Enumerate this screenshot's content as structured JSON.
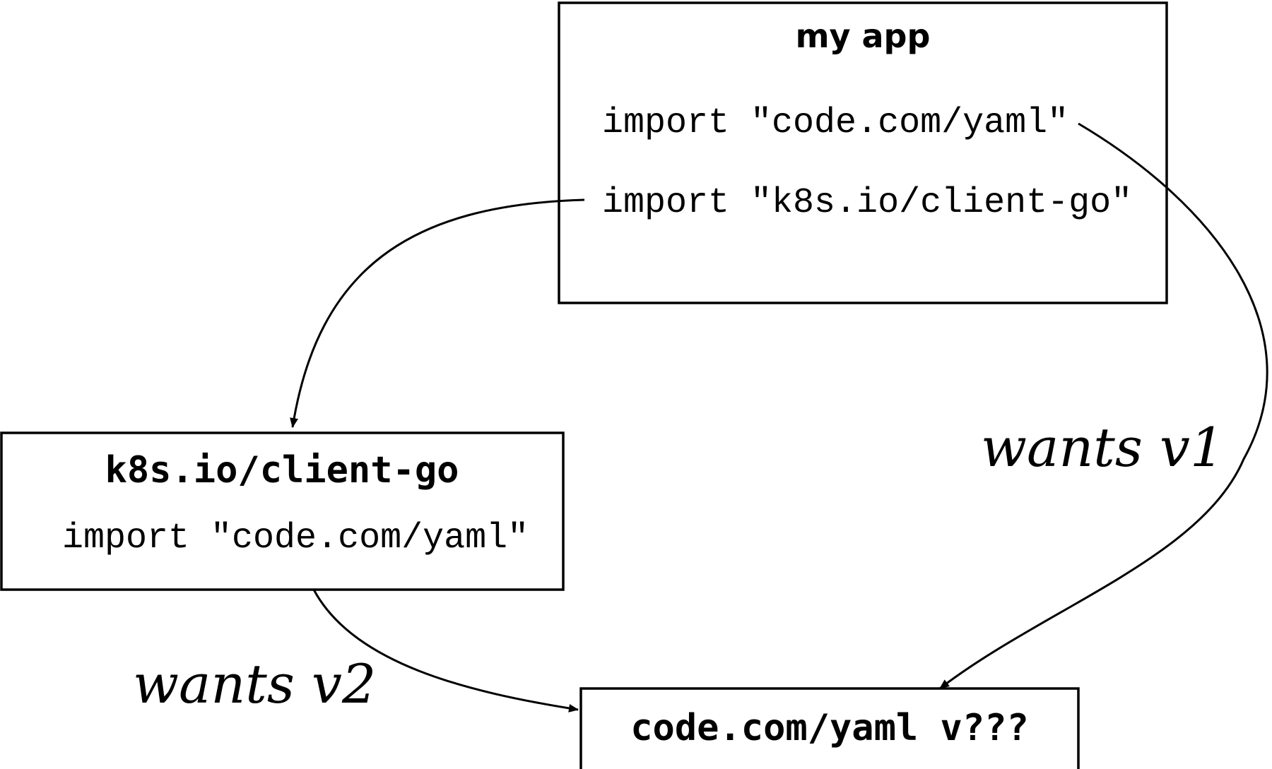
{
  "nodes": {
    "my_app": {
      "title": "my app",
      "imports": [
        "import \"code.com/yaml\"",
        "import \"k8s.io/client-go\""
      ]
    },
    "client_go": {
      "title": "k8s.io/client-go",
      "imports": [
        "import \"code.com/yaml\""
      ]
    },
    "yaml": {
      "title": "code.com/yaml v???"
    }
  },
  "edges": {
    "app_to_yaml": {
      "label": "wants v1"
    },
    "client_go_to_yaml": {
      "label": "wants v2"
    },
    "app_to_client_go": {
      "label": ""
    }
  }
}
